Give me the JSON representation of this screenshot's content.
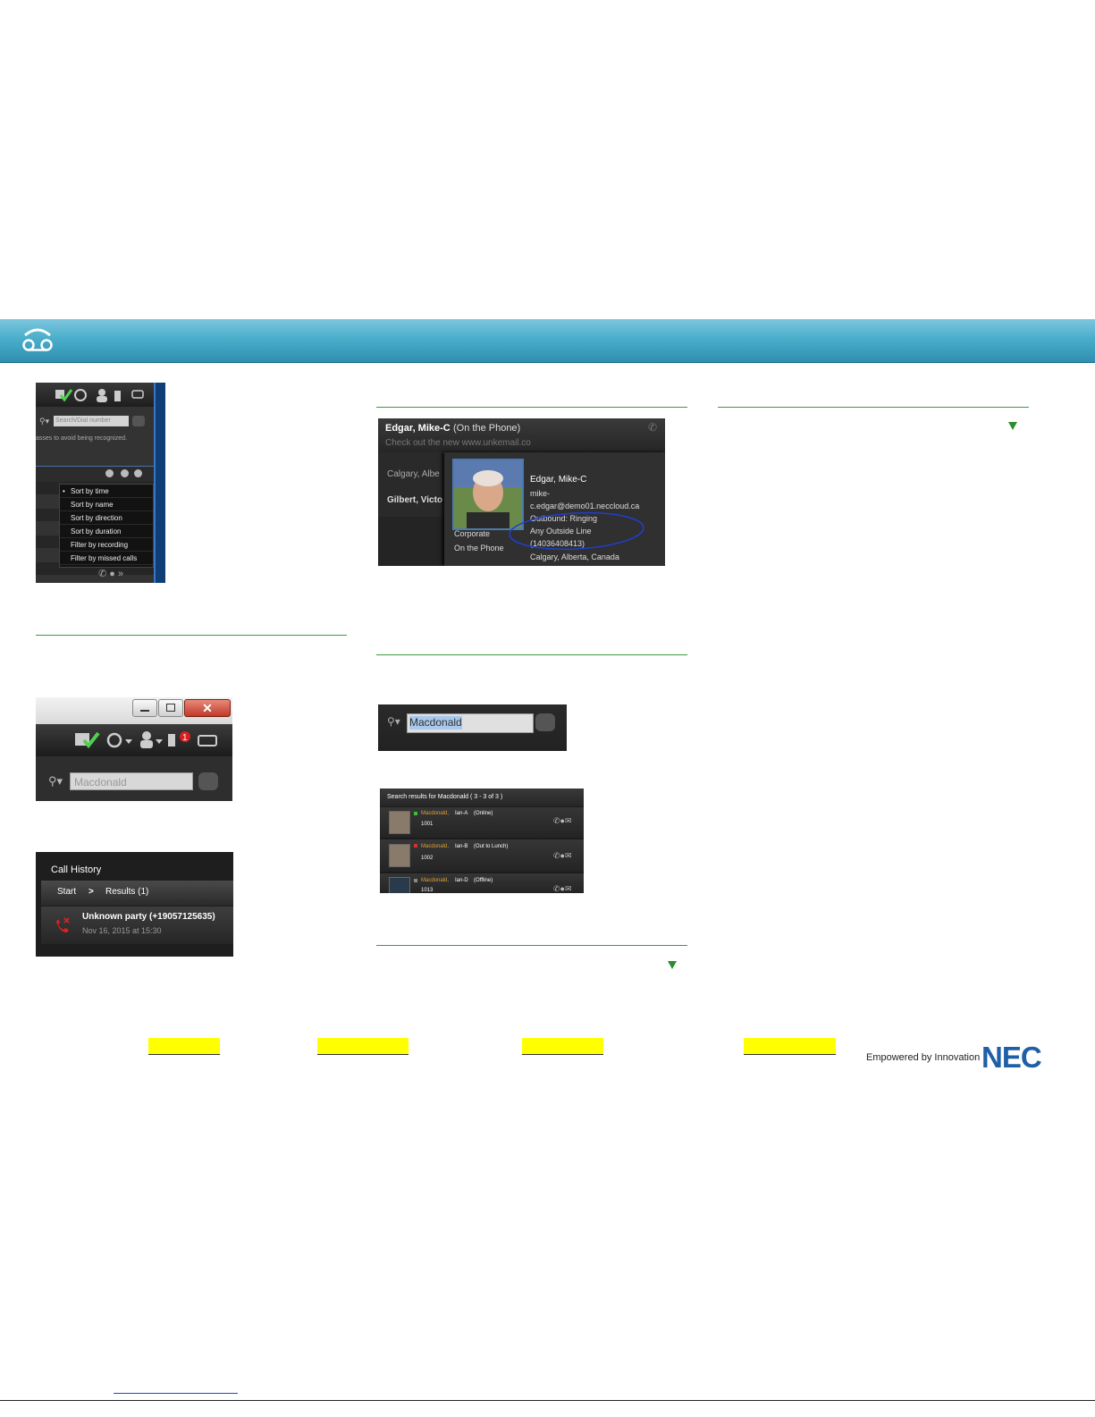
{
  "colors": {
    "banner": "#3aa4c4",
    "rule": "#3e9a3e",
    "highlight": "#ffff00",
    "nec_blue": "#1f5fa8"
  },
  "footer": {
    "tagline": "Empowered by Innovation",
    "brand": "NEC"
  },
  "sort_shot": {
    "search_placeholder": "Search/Dial number",
    "hint": "asses to avoid being recognized.",
    "menu": [
      "Sort by time",
      "Sort by name",
      "Sort by direction",
      "Sort by duration",
      "Filter by recording",
      "Filter by missed calls"
    ]
  },
  "search_window": {
    "query": "Macdonald"
  },
  "call_history": {
    "title": "Call History",
    "crumb_start": "Start",
    "crumb_sep": ">",
    "crumb_results": "Results (1)",
    "entry_name": "Unknown party (+19057125635)",
    "entry_time": "Nov 16, 2015 at 15:30"
  },
  "contact_popup": {
    "header_name": "Edgar, Mike-C",
    "header_status": "(On the Phone)",
    "banner_text": "Check out the new www.unkemail.co",
    "left_row1": "Calgary, Albe",
    "left_row2": "Gilbert, Victo",
    "card_name": "Edgar, Mike-C",
    "card_email1": "mike-",
    "card_email2": "c.edgar@demo01.neccloud.ca",
    "card_outbound": "Outbound: Ringing",
    "card_line": "Any Outside Line",
    "card_number": "(14036408413)",
    "card_location": "Calgary, Alberta, Canada",
    "card_group": "Corporate",
    "card_state": "On the Phone"
  },
  "search_box": {
    "query": "Macdonald"
  },
  "search_results": {
    "header": "Search results for Macdonald ( 3 - 3 of 3 )",
    "rows": [
      {
        "last": "Macdonald,",
        "first": "Ian-A",
        "status": "(Online)",
        "ext": "1001",
        "dot": "#3bbf3b"
      },
      {
        "last": "Macdonald,",
        "first": "Ian-B",
        "status": "(Out to Lunch)",
        "ext": "1002",
        "dot": "#d63030"
      },
      {
        "last": "Macdonald,",
        "first": "Ian-D",
        "status": "(Offline)",
        "ext": "1013",
        "dot": "#888888"
      }
    ]
  }
}
